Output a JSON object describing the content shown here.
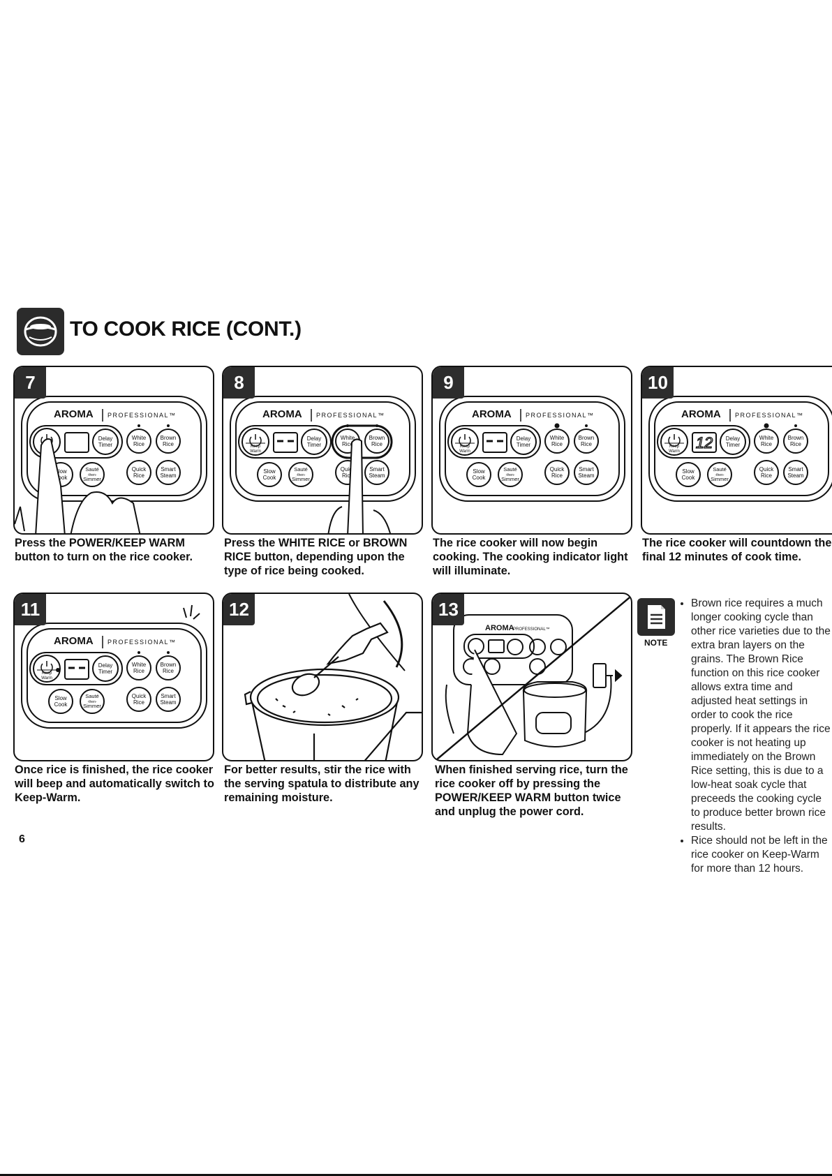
{
  "header": {
    "title": "TO COOK RICE (CONT.)"
  },
  "panel_labels": {
    "brand": "AROMA",
    "professional": "PROFESSIONAL™",
    "keep_warm": "Keep Warm",
    "delay_timer": "Delay Timer",
    "white_rice": "White Rice",
    "brown_rice": "Brown Rice",
    "slow_cook": "Slow Cook",
    "saute": "Sauté",
    "then": "-then-",
    "simmer": "Simmer",
    "quick_rice": "Quick Rice",
    "smart_steam": "Smart Steam",
    "display_digits": "12"
  },
  "steps": [
    {
      "number": "7",
      "caption": "Press the POWER/KEEP WARM button to turn on the rice cooker."
    },
    {
      "number": "8",
      "caption": "Press the WHITE RICE or BROWN RICE button, depending upon the type of rice being cooked."
    },
    {
      "number": "9",
      "caption": "The rice cooker will now begin cooking. The cooking indicator light will illuminate."
    },
    {
      "number": "10",
      "caption": "The rice cooker will countdown the final 12 minutes of cook time."
    },
    {
      "number": "11",
      "caption": "Once rice is finished, the rice cooker will beep and automatically switch to Keep-Warm."
    },
    {
      "number": "12",
      "caption": "For better results, stir the rice with the serving spatula to distribute any remaining moisture."
    },
    {
      "number": "13",
      "caption": "When finished serving rice, turn the rice cooker off by pressing the POWER/KEEP WARM button twice and unplug the power cord."
    }
  ],
  "note": {
    "label": "NOTE",
    "items": [
      "Brown rice requires a much longer cooking cycle than other rice varieties due to the extra bran layers on the grains. The Brown Rice function on this rice cooker allows extra time and adjusted heat settings in order to cook the rice properly. If it appears the rice cooker is not heating up immediately on the Brown Rice setting, this is due to a low-heat soak cycle that preceeds the cooking cycle to produce better brown rice results.",
      "Rice should not be left in the rice cooker on Keep-Warm for more than 12 hours."
    ]
  },
  "page": {
    "number": "6"
  }
}
